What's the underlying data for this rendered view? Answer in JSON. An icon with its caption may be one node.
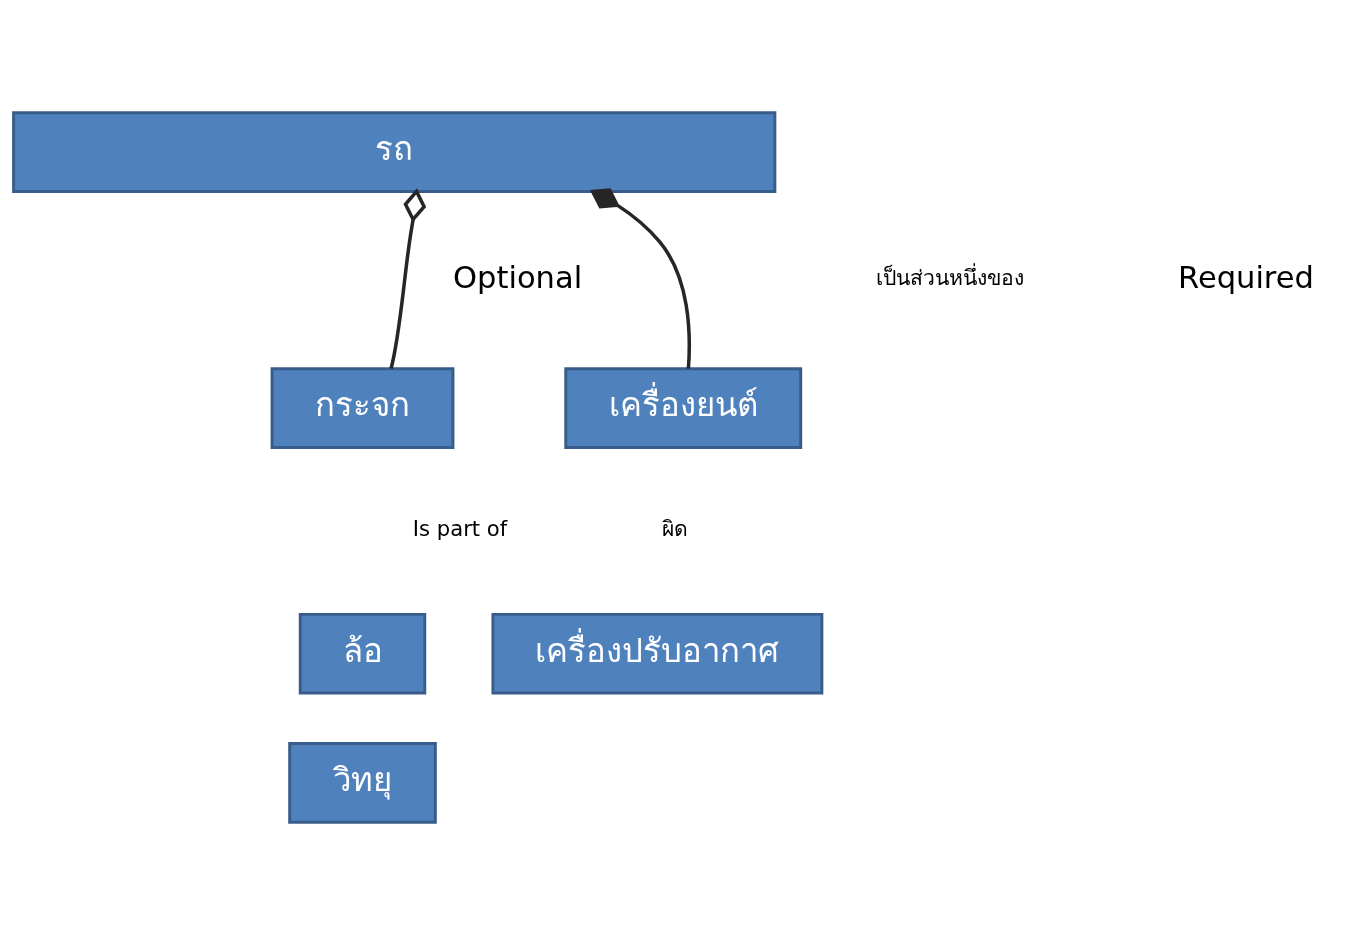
{
  "diagram": {
    "nodes": [
      {
        "text": [
          "รถ"
        ]
      },
      {
        "text": [
          "กระจก"
        ]
      },
      {
        "text": [
          "เครื่องยนต์"
        ]
      },
      {
        "text": [
          "ล้อ"
        ]
      },
      {
        "text": [
          "วิทยุ"
        ]
      },
      {
        "text": [
          "เครื่องปรับอากาศ"
        ]
      }
    ],
    "edges": [
      {
        "from": 1,
        "to": 0,
        "arrow": "other"
      },
      {
        "from": 2,
        "to": 0,
        "arrow": "other"
      }
    ],
    "labels": [
      "Optional",
      "เป็นส่วนหนึ่งของ",
      "Required",
      "Is part of",
      "ผิด"
    ]
  }
}
